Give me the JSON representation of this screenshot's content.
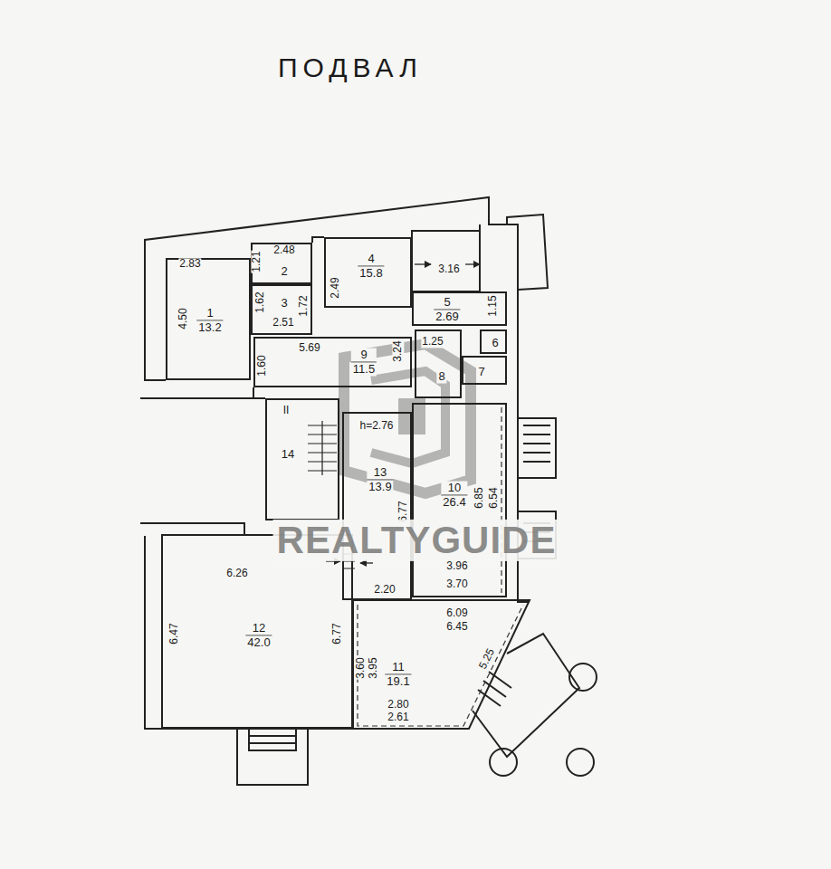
{
  "diagram": {
    "title": "ПОДВАЛ",
    "nodes": [
      {
        "text": [
          "1",
          "13.2"
        ]
      },
      {
        "text": [
          "2"
        ]
      },
      {
        "text": [
          "3"
        ]
      },
      {
        "text": [
          "4",
          "15.8"
        ]
      },
      {
        "text": [
          "5",
          "2.69"
        ]
      },
      {
        "text": [
          "6"
        ]
      },
      {
        "text": [
          "7"
        ]
      },
      {
        "text": [
          "8"
        ]
      },
      {
        "text": [
          "9",
          "11.5"
        ]
      },
      {
        "text": [
          "10",
          "26.4"
        ]
      },
      {
        "text": [
          "11",
          "19.1"
        ]
      },
      {
        "text": [
          "12",
          "42.0"
        ]
      },
      {
        "text": [
          "13",
          "13.9"
        ]
      },
      {
        "text": [
          "14"
        ]
      }
    ],
    "labels": [
      "2.83",
      "4.50",
      "1.21",
      "2.48",
      "1.62",
      "1.72",
      "2.51",
      "2.49",
      "3.16",
      "1.15",
      "1.60",
      "5.69",
      "3.24",
      "1.25",
      "h=2.76",
      "6.85",
      "6.54",
      "6.77",
      "3.96",
      "3.70",
      "2.20",
      "6.26",
      "6.47",
      "6.77",
      "6.09",
      "6.45",
      "3.60",
      "3.95",
      "5.25",
      "2.80",
      "2.61",
      "II",
      "REALTYGUIDE"
    ]
  }
}
